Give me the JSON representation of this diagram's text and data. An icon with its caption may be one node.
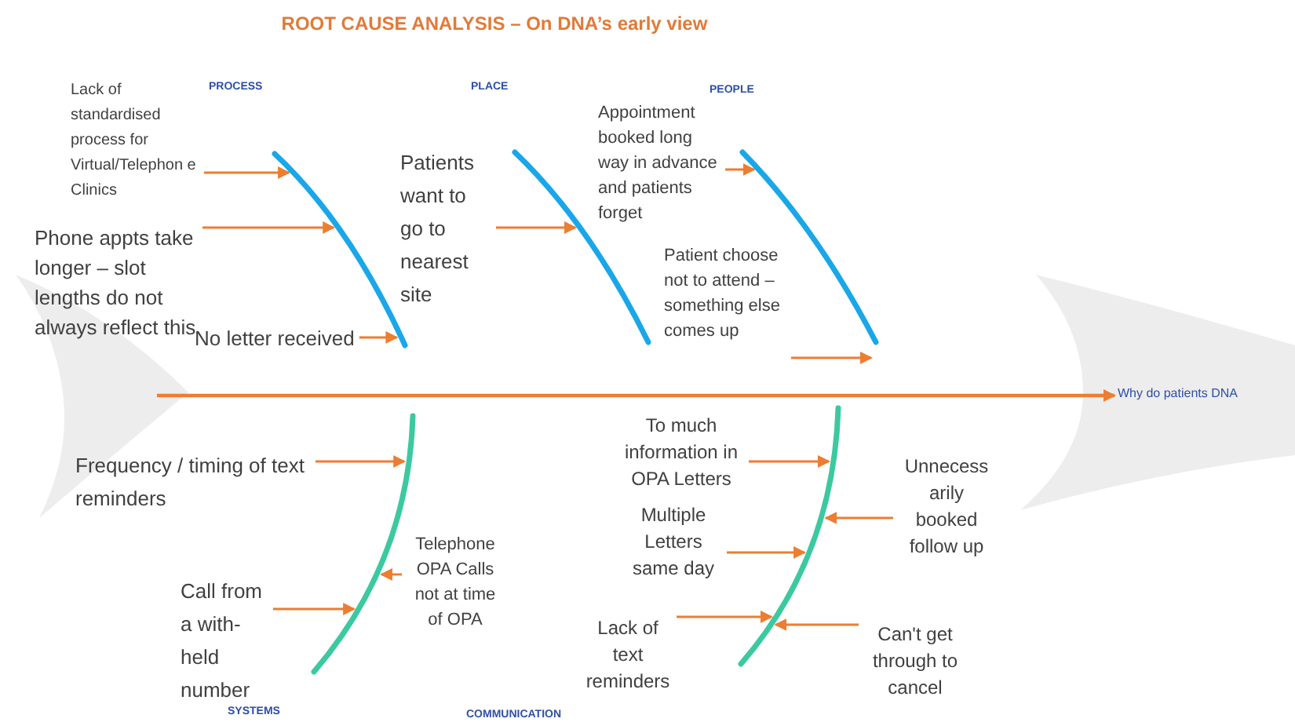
{
  "diagram": {
    "title": "ROOT CAUSE ANALYSIS – On DNA’s early view",
    "nodes": [
      {
        "text": [],
        "shape": "line"
      },
      {
        "text": [],
        "shape": "line"
      },
      {
        "text": [],
        "shape": "line"
      },
      {
        "text": [],
        "shape": "line"
      },
      {
        "text": [],
        "shape": "line"
      },
      {
        "text": [
          "Lack of standardised process for Virtual/Telephon e Clinics"
        ]
      },
      {
        "text": [
          "Phone appts take longer – slot lengths do not always reflect this"
        ]
      },
      {
        "text": [
          "No letter received"
        ]
      },
      {
        "text": [
          "Patients want to go to nearest site"
        ]
      },
      {
        "text": [
          "Appointment booked long way in advance and patients forget"
        ]
      },
      {
        "text": [
          "Patient choose not to attend – something else comes up"
        ]
      },
      {
        "text": [
          "Frequency / timing of text reminders"
        ]
      },
      {
        "text": [
          "Telephone OPA Calls not at time of OPA"
        ]
      },
      {
        "text": [
          "Call from a with-held number"
        ]
      },
      {
        "text": [
          "To much information in OPA Letters"
        ]
      },
      {
        "text": [
          "Unnecess arily booked follow up"
        ]
      },
      {
        "text": [
          "Multiple Letters same day"
        ]
      },
      {
        "text": [
          "Lack of text reminders"
        ]
      },
      {
        "text": [
          "Can't get through to cancel"
        ]
      },
      {
        "text": [
          "Why do patients DNA"
        ]
      }
    ],
    "edges": [
      {
        "from": 5,
        "to": 0,
        "arrow": "to"
      },
      {
        "from": 6,
        "to": 0,
        "arrow": "to"
      },
      {
        "from": 7,
        "to": 0,
        "arrow": "to"
      },
      {
        "from": 8,
        "to": 1,
        "arrow": "to"
      },
      {
        "from": 9,
        "to": 2,
        "arrow": "to"
      },
      {
        "from": 10,
        "to": 2,
        "arrow": "to"
      },
      {
        "from": 11,
        "to": 3,
        "arrow": "to"
      },
      {
        "from": 12,
        "to": 3,
        "arrow": "to"
      },
      {
        "from": 13,
        "to": 3,
        "arrow": "to"
      },
      {
        "from": 14,
        "to": 4,
        "arrow": "to"
      },
      {
        "from": 15,
        "to": 4,
        "arrow": "to"
      },
      {
        "from": 16,
        "to": 4,
        "arrow": "to"
      },
      {
        "from": 17,
        "to": 4,
        "arrow": "to"
      },
      {
        "from": 18,
        "to": 4,
        "arrow": "to"
      },
      {
        "from": null,
        "to": 19,
        "arrow": "to"
      }
    ],
    "labels": [
      "PROCESS",
      "PLACE",
      "PEOPLE",
      "SYSTEMS",
      "COMMUNICATION"
    ]
  }
}
